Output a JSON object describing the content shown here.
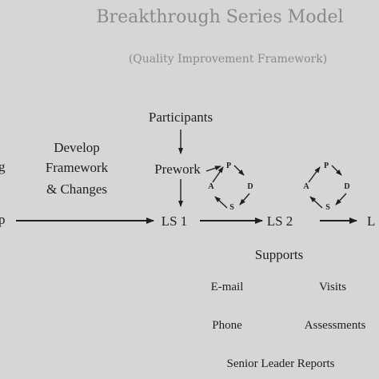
{
  "title": "Breakthrough Series Model",
  "subtitle": "(Quality Improvement Framework)",
  "left_labels": {
    "top": "g",
    "bottom": "p"
  },
  "develop": {
    "line1": "Develop",
    "line2": "Framework",
    "line3": "& Changes"
  },
  "participants": "Participants",
  "prework": "Prework",
  "sessions": {
    "ls1": "LS 1",
    "ls2": "LS 2",
    "ls3": "L"
  },
  "pdsa": {
    "p": "P",
    "d": "D",
    "s": "S",
    "a": "A"
  },
  "supports": {
    "heading": "Supports",
    "email": "E-mail",
    "visits": "Visits",
    "phone": "Phone",
    "assessments": "Assessments",
    "senior_reports": "Senior Leader Reports"
  },
  "colors": {
    "background": "#d6d6d6",
    "ink": "#1e1e1e",
    "title_gray": "#8a8a8a"
  }
}
